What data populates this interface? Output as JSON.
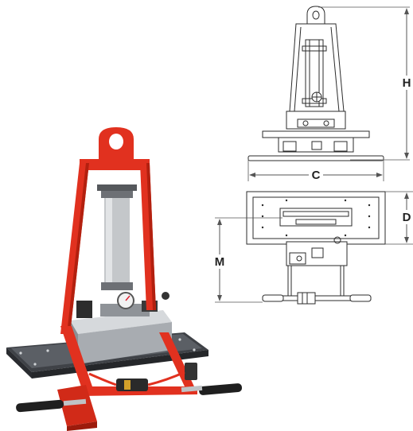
{
  "dimensions": {
    "height_label": "H",
    "width_label": "C",
    "depth_label": "D",
    "mount_label": "M"
  },
  "colors": {
    "frame": "#e1311f",
    "frame_dark": "#b3200f",
    "metal": "#b9bcc0",
    "metal_dark": "#6d7075",
    "pad": "#4a4d52",
    "handle": "#1f1f1f",
    "line": "#2b2b2b"
  },
  "icons": [
    "vacuum-lifter-illustration",
    "technical-drawing-front",
    "technical-drawing-top"
  ]
}
